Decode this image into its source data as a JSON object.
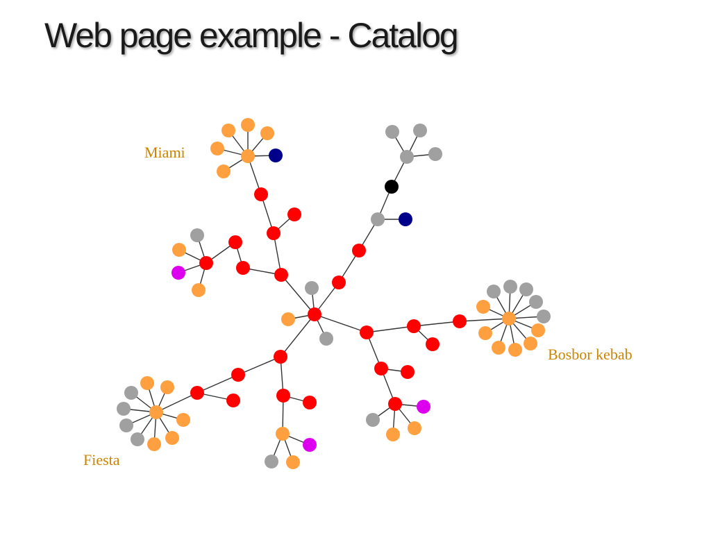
{
  "title": "Web page example - Catalog",
  "colors": {
    "red": "#ff0000",
    "orange": "#ffa040",
    "gray": "#a0a0a0",
    "navy": "#00008b",
    "black": "#000000",
    "magenta": "#dd00ee",
    "label": "#cc8400"
  },
  "labels": [
    {
      "id": "miami",
      "text": "Miami"
    },
    {
      "id": "bosbor",
      "text": "Bosbor kebab"
    },
    {
      "id": "fiesta",
      "text": "Fiesta"
    }
  ],
  "nodes": [
    {
      "id": "c",
      "color": "red"
    },
    {
      "id": "c1",
      "color": "gray"
    },
    {
      "id": "c2",
      "color": "orange"
    },
    {
      "id": "c3",
      "color": "gray"
    },
    {
      "id": "a1",
      "color": "red"
    },
    {
      "id": "a2",
      "color": "red"
    },
    {
      "id": "a3",
      "color": "gray"
    },
    {
      "id": "a4",
      "color": "navy"
    },
    {
      "id": "a5",
      "color": "black"
    },
    {
      "id": "a6",
      "color": "gray"
    },
    {
      "id": "a7",
      "color": "gray"
    },
    {
      "id": "a8",
      "color": "gray"
    },
    {
      "id": "a9",
      "color": "gray"
    },
    {
      "id": "b1",
      "color": "red"
    },
    {
      "id": "b2",
      "color": "red"
    },
    {
      "id": "b3",
      "color": "red"
    },
    {
      "id": "b4",
      "color": "red"
    },
    {
      "id": "b5",
      "color": "red"
    },
    {
      "id": "b6",
      "color": "gray"
    },
    {
      "id": "b7",
      "color": "orange"
    },
    {
      "id": "b8",
      "color": "magenta"
    },
    {
      "id": "b9",
      "color": "orange"
    },
    {
      "id": "b10",
      "color": "red"
    },
    {
      "id": "b11",
      "color": "red"
    },
    {
      "id": "b12",
      "color": "red"
    },
    {
      "id": "b13",
      "color": "orange"
    },
    {
      "id": "b14",
      "color": "orange"
    },
    {
      "id": "b15",
      "color": "orange"
    },
    {
      "id": "b16",
      "color": "orange"
    },
    {
      "id": "b17",
      "color": "orange"
    },
    {
      "id": "b18",
      "color": "orange"
    },
    {
      "id": "b19",
      "color": "navy"
    },
    {
      "id": "d1",
      "color": "red"
    },
    {
      "id": "d2",
      "color": "red"
    },
    {
      "id": "d3",
      "color": "red"
    },
    {
      "id": "d4",
      "color": "red"
    },
    {
      "id": "d5",
      "color": "orange"
    },
    {
      "id": "dk1",
      "color": "gray"
    },
    {
      "id": "dk2",
      "color": "gray"
    },
    {
      "id": "dk3",
      "color": "gray"
    },
    {
      "id": "dk4",
      "color": "gray"
    },
    {
      "id": "dk5",
      "color": "gray"
    },
    {
      "id": "dk6",
      "color": "orange"
    },
    {
      "id": "dk7",
      "color": "orange"
    },
    {
      "id": "dk8",
      "color": "orange"
    },
    {
      "id": "dk9",
      "color": "orange"
    },
    {
      "id": "dk10",
      "color": "orange"
    },
    {
      "id": "dk11",
      "color": "orange"
    },
    {
      "id": "e1",
      "color": "red"
    },
    {
      "id": "e2",
      "color": "red"
    },
    {
      "id": "e3",
      "color": "red"
    },
    {
      "id": "e4",
      "color": "gray"
    },
    {
      "id": "e5",
      "color": "orange"
    },
    {
      "id": "e6",
      "color": "orange"
    },
    {
      "id": "e7",
      "color": "magenta"
    },
    {
      "id": "f1",
      "color": "red"
    },
    {
      "id": "f2",
      "color": "red"
    },
    {
      "id": "f3",
      "color": "red"
    },
    {
      "id": "f4",
      "color": "red"
    },
    {
      "id": "f5",
      "color": "red"
    },
    {
      "id": "f6",
      "color": "red"
    },
    {
      "id": "f7",
      "color": "orange"
    },
    {
      "id": "f8",
      "color": "gray"
    },
    {
      "id": "f9",
      "color": "orange"
    },
    {
      "id": "f10",
      "color": "magenta"
    },
    {
      "id": "g1",
      "color": "orange"
    },
    {
      "id": "g2",
      "color": "orange"
    },
    {
      "id": "g3",
      "color": "gray"
    },
    {
      "id": "g4",
      "color": "gray"
    },
    {
      "id": "g5",
      "color": "gray"
    },
    {
      "id": "g6",
      "color": "gray"
    },
    {
      "id": "g7",
      "color": "orange"
    },
    {
      "id": "g8",
      "color": "orange"
    },
    {
      "id": "g9",
      "color": "orange"
    },
    {
      "id": "g10",
      "color": "orange"
    }
  ],
  "edges": [
    [
      "c",
      "c1"
    ],
    [
      "c",
      "c2"
    ],
    [
      "c",
      "c3"
    ],
    [
      "c",
      "a1"
    ],
    [
      "a1",
      "a2"
    ],
    [
      "a2",
      "a3"
    ],
    [
      "a3",
      "a4"
    ],
    [
      "a3",
      "a5"
    ],
    [
      "a5",
      "a6"
    ],
    [
      "a6",
      "a7"
    ],
    [
      "a6",
      "a8"
    ],
    [
      "a6",
      "a9"
    ],
    [
      "c",
      "b1"
    ],
    [
      "b1",
      "b2"
    ],
    [
      "b2",
      "b3"
    ],
    [
      "b3",
      "b4"
    ],
    [
      "b4",
      "b5"
    ],
    [
      "b5",
      "b6"
    ],
    [
      "b5",
      "b7"
    ],
    [
      "b5",
      "b8"
    ],
    [
      "b5",
      "b9"
    ],
    [
      "b1",
      "b10"
    ],
    [
      "b10",
      "b11"
    ],
    [
      "b10",
      "b12"
    ],
    [
      "b12",
      "b13"
    ],
    [
      "b13",
      "b14"
    ],
    [
      "b13",
      "b15"
    ],
    [
      "b13",
      "b16"
    ],
    [
      "b13",
      "b17"
    ],
    [
      "b13",
      "b18"
    ],
    [
      "b13",
      "b19"
    ],
    [
      "c",
      "d1"
    ],
    [
      "d1",
      "d2"
    ],
    [
      "d2",
      "d3"
    ],
    [
      "d2",
      "d4"
    ],
    [
      "d3",
      "d5"
    ],
    [
      "d5",
      "dk1"
    ],
    [
      "d5",
      "dk2"
    ],
    [
      "d5",
      "dk3"
    ],
    [
      "d5",
      "dk4"
    ],
    [
      "d5",
      "dk5"
    ],
    [
      "d5",
      "dk6"
    ],
    [
      "d5",
      "dk7"
    ],
    [
      "d5",
      "dk8"
    ],
    [
      "d5",
      "dk9"
    ],
    [
      "d5",
      "dk10"
    ],
    [
      "d5",
      "dk11"
    ],
    [
      "d1",
      "e1"
    ],
    [
      "e1",
      "e2"
    ],
    [
      "e1",
      "e3"
    ],
    [
      "e3",
      "e4"
    ],
    [
      "e3",
      "e5"
    ],
    [
      "e3",
      "e6"
    ],
    [
      "e3",
      "e7"
    ],
    [
      "c",
      "f1"
    ],
    [
      "f1",
      "f2"
    ],
    [
      "f2",
      "f3"
    ],
    [
      "f3",
      "f4"
    ],
    [
      "f1",
      "f5"
    ],
    [
      "f5",
      "f6"
    ],
    [
      "f5",
      "f7"
    ],
    [
      "f7",
      "f8"
    ],
    [
      "f7",
      "f9"
    ],
    [
      "f7",
      "f10"
    ],
    [
      "f2",
      "g0"
    ],
    [
      "g0",
      "g1"
    ]
  ]
}
